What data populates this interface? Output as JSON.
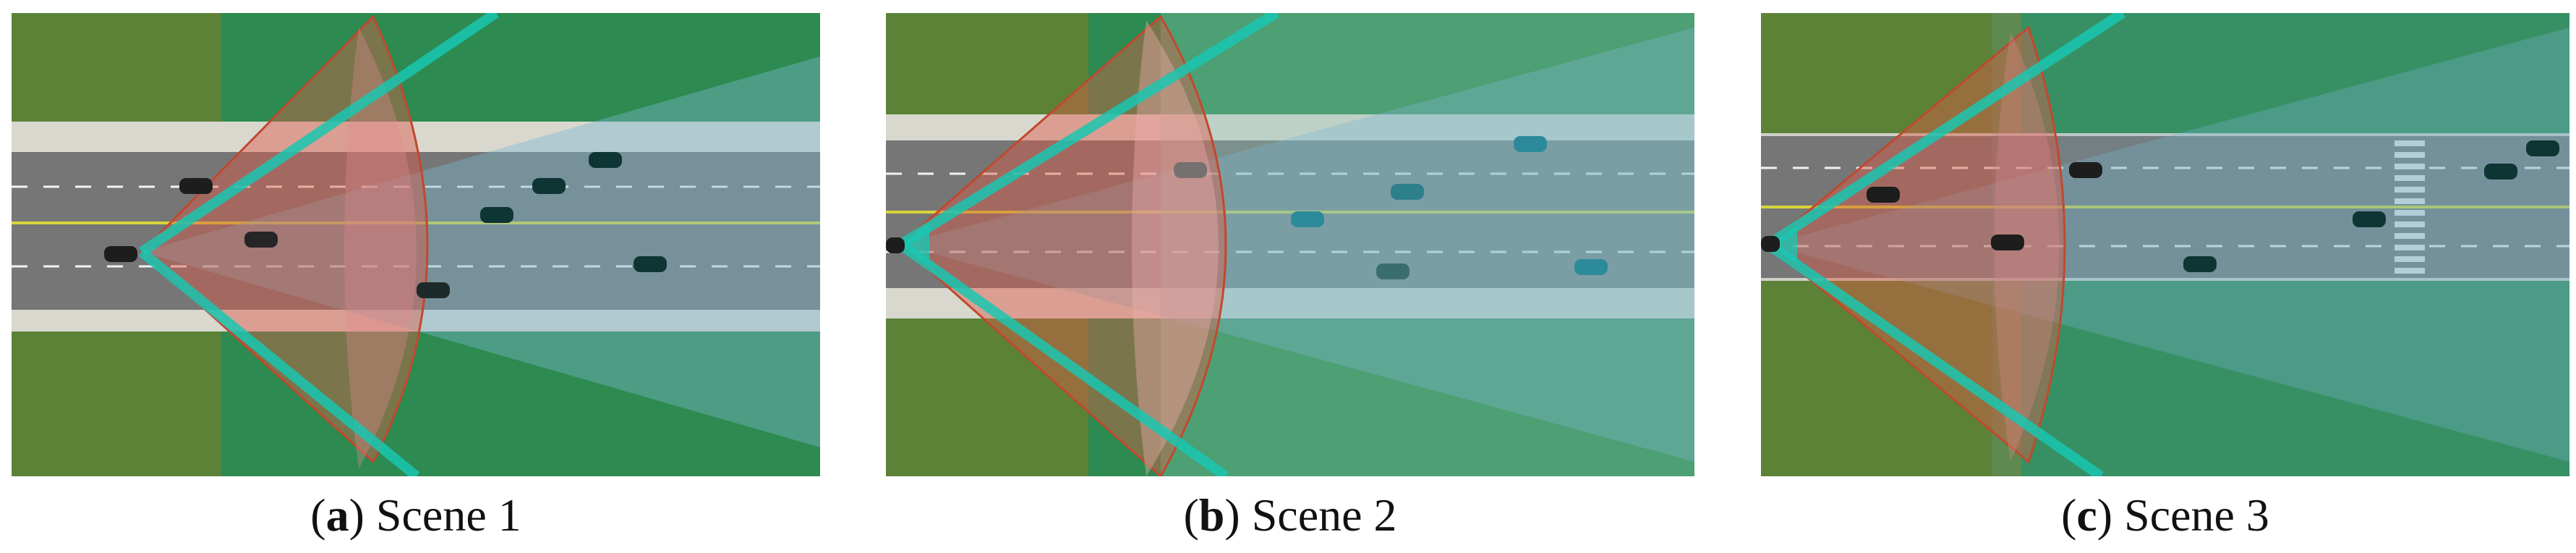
{
  "panels": [
    {
      "letter": "a",
      "title": "Scene 1"
    },
    {
      "letter": "b",
      "title": "Scene 2"
    },
    {
      "letter": "c",
      "title": "Scene 3"
    }
  ],
  "colors": {
    "grass": "#2c8a4e",
    "grass_dark": "#5a7f36",
    "road": "#777777",
    "shoulder": "#d9d9d0",
    "center_line": "#d8d43a",
    "lane_marking": "#f2f2f2",
    "lidar_fov": "#e06050",
    "camera_fov": "#19c7b2",
    "detection_zone": "#8ab7d8"
  }
}
